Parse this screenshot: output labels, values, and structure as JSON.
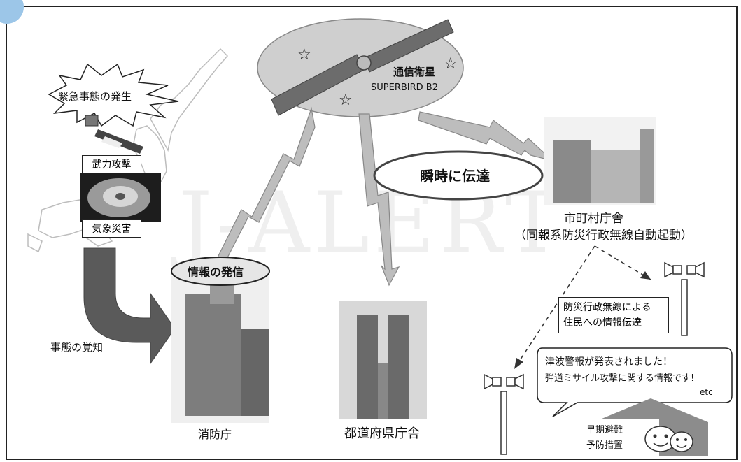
{
  "watermark": "J-ALERT",
  "emergency_burst": "緊急事態の発生",
  "attack_label": "武力攻撃",
  "weather_label": "気象災害",
  "satellite": {
    "name": "通信衛星",
    "model": "SUPERBIRD B2"
  },
  "instant_transmission": "瞬時に伝達",
  "info_dispatch": "情報の発信",
  "awareness_label": "事態の覚知",
  "fdma_label": "消防庁",
  "prefecture_label": "都道府県庁舎",
  "municipal": {
    "name": "市町村庁舎",
    "note": "（同報系防災行政無線自動起動）"
  },
  "wireless_box": {
    "line1": "防災行政無線による",
    "line2": "住民への情報伝達"
  },
  "speech": {
    "line1": "津波警報が発表されました！",
    "line2": "弾道ミサイル攻撃に関する情報です!",
    "etc": "etc"
  },
  "evacuation": {
    "line1": "早期避難",
    "line2": "予防措置"
  },
  "colors": {
    "gray": "#8a8a8a",
    "dark": "#555555",
    "light_gray": "#cfcfcf",
    "corner": "#9cc6e8"
  }
}
